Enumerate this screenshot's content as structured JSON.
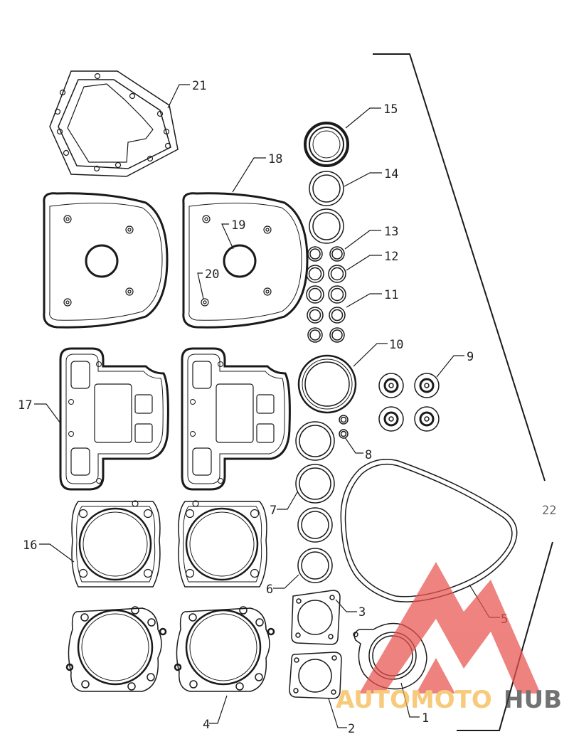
{
  "callouts": [
    {
      "id": "c1",
      "text": "1"
    },
    {
      "id": "c2",
      "text": "2"
    },
    {
      "id": "c3",
      "text": "3"
    },
    {
      "id": "c4",
      "text": "4"
    },
    {
      "id": "c5",
      "text": "5"
    },
    {
      "id": "c6",
      "text": "6"
    },
    {
      "id": "c7",
      "text": "7"
    },
    {
      "id": "c8",
      "text": "8"
    },
    {
      "id": "c9",
      "text": "9"
    },
    {
      "id": "c10",
      "text": "10"
    },
    {
      "id": "c11",
      "text": "11"
    },
    {
      "id": "c12",
      "text": "12"
    },
    {
      "id": "c13",
      "text": "13"
    },
    {
      "id": "c14",
      "text": "14"
    },
    {
      "id": "c15",
      "text": "15"
    },
    {
      "id": "c16",
      "text": "16"
    },
    {
      "id": "c17",
      "text": "17"
    },
    {
      "id": "c18",
      "text": "18"
    },
    {
      "id": "c19",
      "text": "19"
    },
    {
      "id": "c20",
      "text": "20"
    },
    {
      "id": "c21",
      "text": "21"
    },
    {
      "id": "c22",
      "text": "22"
    }
  ],
  "watermark": {
    "part1": "AUTOMOTO",
    "part2": "HUB",
    "accent_color": "#e8534f",
    "accent_text_color": "#f5b74a",
    "dark_text_color": "#3c3c3c"
  },
  "line_color": "#1a1a1a"
}
